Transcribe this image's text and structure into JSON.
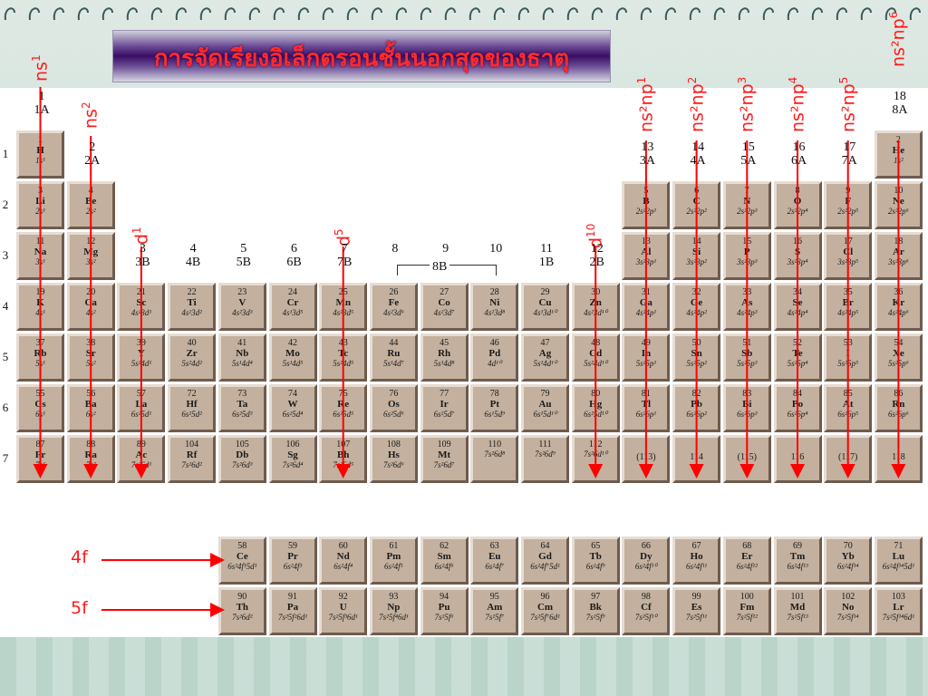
{
  "title": "การจัดเรียงอิเล็กตรอนชั้นนอกสุดของธาตุ",
  "colors": {
    "title_text": "#ff2b2b",
    "arrow": "#ff0000",
    "tile": "#c3b09e"
  },
  "periods": [
    "1",
    "2",
    "3",
    "4",
    "5",
    "6",
    "7"
  ],
  "group_labels": [
    {
      "num": "1",
      "roman": "1A",
      "col": 1,
      "row": 0
    },
    {
      "num": "2",
      "roman": "2A",
      "col": 2,
      "row": 1
    },
    {
      "num": "3",
      "roman": "3B",
      "col": 3,
      "row": 2
    },
    {
      "num": "4",
      "roman": "4B",
      "col": 4,
      "row": 2
    },
    {
      "num": "5",
      "roman": "5B",
      "col": 5,
      "row": 2
    },
    {
      "num": "6",
      "roman": "6B",
      "col": 6,
      "row": 2
    },
    {
      "num": "7",
      "roman": "7B",
      "col": 7,
      "row": 2
    },
    {
      "num": "8",
      "roman": "",
      "col": 8,
      "row": 2
    },
    {
      "num": "9",
      "roman": "",
      "col": 9,
      "row": 2
    },
    {
      "num": "10",
      "roman": "",
      "col": 10,
      "row": 2
    },
    {
      "num": "11",
      "roman": "1B",
      "col": 11,
      "row": 2
    },
    {
      "num": "12",
      "roman": "2B",
      "col": 12,
      "row": 2
    },
    {
      "num": "13",
      "roman": "3A",
      "col": 13,
      "row": 1
    },
    {
      "num": "14",
      "roman": "4A",
      "col": 14,
      "row": 1
    },
    {
      "num": "15",
      "roman": "5A",
      "col": 15,
      "row": 1
    },
    {
      "num": "16",
      "roman": "6A",
      "col": 16,
      "row": 1
    },
    {
      "num": "17",
      "roman": "7A",
      "col": 17,
      "row": 1
    },
    {
      "num": "18",
      "roman": "8A",
      "col": 18,
      "row": 0
    }
  ],
  "group_8b_label": "8B",
  "elements": [
    {
      "n": "1",
      "s": "H",
      "c": "1s¹",
      "g": 1,
      "p": 1
    },
    {
      "n": "2",
      "s": "He",
      "c": "1s²",
      "g": 18,
      "p": 1
    },
    {
      "n": "3",
      "s": "Li",
      "c": "2s¹",
      "g": 1,
      "p": 2
    },
    {
      "n": "4",
      "s": "Be",
      "c": "2s²",
      "g": 2,
      "p": 2
    },
    {
      "n": "5",
      "s": "B",
      "c": "2s²2p¹",
      "g": 13,
      "p": 2
    },
    {
      "n": "6",
      "s": "C",
      "c": "2s²2p²",
      "g": 14,
      "p": 2
    },
    {
      "n": "7",
      "s": "N",
      "c": "2s²2p³",
      "g": 15,
      "p": 2
    },
    {
      "n": "8",
      "s": "O",
      "c": "2s²2p⁴",
      "g": 16,
      "p": 2
    },
    {
      "n": "9",
      "s": "F",
      "c": "2s²2p⁵",
      "g": 17,
      "p": 2
    },
    {
      "n": "10",
      "s": "Ne",
      "c": "2s²2p⁶",
      "g": 18,
      "p": 2
    },
    {
      "n": "11",
      "s": "Na",
      "c": "3s¹",
      "g": 1,
      "p": 3
    },
    {
      "n": "12",
      "s": "Mg",
      "c": "3s²",
      "g": 2,
      "p": 3
    },
    {
      "n": "13",
      "s": "Al",
      "c": "3s²3p¹",
      "g": 13,
      "p": 3
    },
    {
      "n": "14",
      "s": "Si",
      "c": "3s²3p²",
      "g": 14,
      "p": 3
    },
    {
      "n": "15",
      "s": "P",
      "c": "3s²3p³",
      "g": 15,
      "p": 3
    },
    {
      "n": "16",
      "s": "S",
      "c": "3s²3p⁴",
      "g": 16,
      "p": 3
    },
    {
      "n": "17",
      "s": "Cl",
      "c": "3s²3p⁵",
      "g": 17,
      "p": 3
    },
    {
      "n": "18",
      "s": "Ar",
      "c": "3s²3p⁶",
      "g": 18,
      "p": 3
    },
    {
      "n": "19",
      "s": "K",
      "c": "4s¹",
      "g": 1,
      "p": 4
    },
    {
      "n": "20",
      "s": "Ca",
      "c": "4s²",
      "g": 2,
      "p": 4
    },
    {
      "n": "21",
      "s": "Sc",
      "c": "4s²3d¹",
      "g": 3,
      "p": 4
    },
    {
      "n": "22",
      "s": "Ti",
      "c": "4s²3d²",
      "g": 4,
      "p": 4
    },
    {
      "n": "23",
      "s": "V",
      "c": "4s²3d³",
      "g": 5,
      "p": 4
    },
    {
      "n": "24",
      "s": "Cr",
      "c": "4s¹3d⁵",
      "g": 6,
      "p": 4
    },
    {
      "n": "25",
      "s": "Mn",
      "c": "4s²3d⁵",
      "g": 7,
      "p": 4
    },
    {
      "n": "26",
      "s": "Fe",
      "c": "4s²3d⁶",
      "g": 8,
      "p": 4
    },
    {
      "n": "27",
      "s": "Co",
      "c": "4s²3d⁷",
      "g": 9,
      "p": 4
    },
    {
      "n": "28",
      "s": "Ni",
      "c": "4s²3d⁸",
      "g": 10,
      "p": 4
    },
    {
      "n": "29",
      "s": "Cu",
      "c": "4s¹3d¹⁰",
      "g": 11,
      "p": 4
    },
    {
      "n": "30",
      "s": "Zn",
      "c": "4s²3d¹⁰",
      "g": 12,
      "p": 4
    },
    {
      "n": "31",
      "s": "Ga",
      "c": "4s²4p¹",
      "g": 13,
      "p": 4
    },
    {
      "n": "32",
      "s": "Ge",
      "c": "4s²4p²",
      "g": 14,
      "p": 4
    },
    {
      "n": "33",
      "s": "As",
      "c": "4s²4p³",
      "g": 15,
      "p": 4
    },
    {
      "n": "34",
      "s": "Se",
      "c": "4s²4p⁴",
      "g": 16,
      "p": 4
    },
    {
      "n": "35",
      "s": "Br",
      "c": "4s²4p⁵",
      "g": 17,
      "p": 4
    },
    {
      "n": "36",
      "s": "Kr",
      "c": "4s²4p⁶",
      "g": 18,
      "p": 4
    },
    {
      "n": "37",
      "s": "Rb",
      "c": "5s¹",
      "g": 1,
      "p": 5
    },
    {
      "n": "38",
      "s": "Sr",
      "c": "5s²",
      "g": 2,
      "p": 5
    },
    {
      "n": "39",
      "s": "Y",
      "c": "5s²4d¹",
      "g": 3,
      "p": 5
    },
    {
      "n": "40",
      "s": "Zr",
      "c": "5s²4d²",
      "g": 4,
      "p": 5
    },
    {
      "n": "41",
      "s": "Nb",
      "c": "5s¹4d⁴",
      "g": 5,
      "p": 5
    },
    {
      "n": "42",
      "s": "Mo",
      "c": "5s¹4d⁵",
      "g": 6,
      "p": 5
    },
    {
      "n": "43",
      "s": "Tc",
      "c": "5s²4d⁵",
      "g": 7,
      "p": 5
    },
    {
      "n": "44",
      "s": "Ru",
      "c": "5s¹4d⁷",
      "g": 8,
      "p": 5
    },
    {
      "n": "45",
      "s": "Rh",
      "c": "5s¹4d⁸",
      "g": 9,
      "p": 5
    },
    {
      "n": "46",
      "s": "Pd",
      "c": "4d¹⁰",
      "g": 10,
      "p": 5
    },
    {
      "n": "47",
      "s": "Ag",
      "c": "5s¹4d¹⁰",
      "g": 11,
      "p": 5
    },
    {
      "n": "48",
      "s": "Cd",
      "c": "5s²4d¹⁰",
      "g": 12,
      "p": 5
    },
    {
      "n": "49",
      "s": "In",
      "c": "5s²5p¹",
      "g": 13,
      "p": 5
    },
    {
      "n": "50",
      "s": "Sn",
      "c": "5s²5p²",
      "g": 14,
      "p": 5
    },
    {
      "n": "51",
      "s": "Sb",
      "c": "5s²5p³",
      "g": 15,
      "p": 5
    },
    {
      "n": "52",
      "s": "Te",
      "c": "5s²5p⁴",
      "g": 16,
      "p": 5
    },
    {
      "n": "53",
      "s": "I",
      "c": "5s²5p⁵",
      "g": 17,
      "p": 5
    },
    {
      "n": "54",
      "s": "Xe",
      "c": "5s²5p⁶",
      "g": 18,
      "p": 5
    },
    {
      "n": "55",
      "s": "Cs",
      "c": "6s¹",
      "g": 1,
      "p": 6
    },
    {
      "n": "56",
      "s": "Ba",
      "c": "6s²",
      "g": 2,
      "p": 6
    },
    {
      "n": "57",
      "s": "La",
      "c": "6s²5d¹",
      "g": 3,
      "p": 6
    },
    {
      "n": "72",
      "s": "Hf",
      "c": "6s²5d²",
      "g": 4,
      "p": 6
    },
    {
      "n": "73",
      "s": "Ta",
      "c": "6s²5d³",
      "g": 5,
      "p": 6
    },
    {
      "n": "74",
      "s": "W",
      "c": "6s²5d⁴",
      "g": 6,
      "p": 6
    },
    {
      "n": "75",
      "s": "Re",
      "c": "6s²5d⁵",
      "g": 7,
      "p": 6
    },
    {
      "n": "76",
      "s": "Os",
      "c": "6s²5d⁶",
      "g": 8,
      "p": 6
    },
    {
      "n": "77",
      "s": "Ir",
      "c": "6s²5d⁷",
      "g": 9,
      "p": 6
    },
    {
      "n": "78",
      "s": "Pt",
      "c": "6s¹5d⁹",
      "g": 10,
      "p": 6
    },
    {
      "n": "79",
      "s": "Au",
      "c": "6s¹5d¹⁰",
      "g": 11,
      "p": 6
    },
    {
      "n": "80",
      "s": "Hg",
      "c": "6s²5d¹⁰",
      "g": 12,
      "p": 6
    },
    {
      "n": "81",
      "s": "Tl",
      "c": "6s²6p¹",
      "g": 13,
      "p": 6
    },
    {
      "n": "82",
      "s": "Pb",
      "c": "6s²6p²",
      "g": 14,
      "p": 6
    },
    {
      "n": "83",
      "s": "Bi",
      "c": "6s²6p³",
      "g": 15,
      "p": 6
    },
    {
      "n": "84",
      "s": "Po",
      "c": "6s²6p⁴",
      "g": 16,
      "p": 6
    },
    {
      "n": "85",
      "s": "At",
      "c": "6s²6p⁵",
      "g": 17,
      "p": 6
    },
    {
      "n": "86",
      "s": "Rn",
      "c": "6s²6p⁶",
      "g": 18,
      "p": 6
    },
    {
      "n": "87",
      "s": "Fr",
      "c": "7s¹",
      "g": 1,
      "p": 7
    },
    {
      "n": "88",
      "s": "Ra",
      "c": "7s²",
      "g": 2,
      "p": 7
    },
    {
      "n": "89",
      "s": "Ac",
      "c": "7s²6d¹",
      "g": 3,
      "p": 7
    },
    {
      "n": "104",
      "s": "Rf",
      "c": "7s²6d²",
      "g": 4,
      "p": 7
    },
    {
      "n": "105",
      "s": "Db",
      "c": "7s²6d³",
      "g": 5,
      "p": 7
    },
    {
      "n": "106",
      "s": "Sg",
      "c": "7s²6d⁴",
      "g": 6,
      "p": 7
    },
    {
      "n": "107",
      "s": "Bh",
      "c": "7s²6d⁵",
      "g": 7,
      "p": 7
    },
    {
      "n": "108",
      "s": "Hs",
      "c": "7s²6d⁶",
      "g": 8,
      "p": 7
    },
    {
      "n": "109",
      "s": "Mt",
      "c": "7s²6d⁷",
      "g": 9,
      "p": 7
    },
    {
      "n": "110",
      "s": "",
      "c": "7s²6d⁸",
      "g": 10,
      "p": 7
    },
    {
      "n": "111",
      "s": "",
      "c": "7s²6d⁹",
      "g": 11,
      "p": 7
    },
    {
      "n": "112",
      "s": "",
      "c": "7s²6d¹⁰",
      "g": 12,
      "p": 7
    },
    {
      "n": "(113)",
      "s": "",
      "c": "",
      "g": 13,
      "p": 7
    },
    {
      "n": "114",
      "s": "",
      "c": "",
      "g": 14,
      "p": 7
    },
    {
      "n": "(115)",
      "s": "",
      "c": "",
      "g": 15,
      "p": 7
    },
    {
      "n": "116",
      "s": "",
      "c": "",
      "g": 16,
      "p": 7
    },
    {
      "n": "(117)",
      "s": "",
      "c": "",
      "g": 17,
      "p": 7
    },
    {
      "n": "118",
      "s": "",
      "c": "",
      "g": 18,
      "p": 7
    }
  ],
  "f_rows": [
    {
      "label": "4f",
      "elements": [
        {
          "n": "58",
          "s": "Ce",
          "c": "6s²4f¹5d¹"
        },
        {
          "n": "59",
          "s": "Pr",
          "c": "6s²4f³"
        },
        {
          "n": "60",
          "s": "Nd",
          "c": "6s²4f⁴"
        },
        {
          "n": "61",
          "s": "Pm",
          "c": "6s²4f⁵"
        },
        {
          "n": "62",
          "s": "Sm",
          "c": "6s²4f⁶"
        },
        {
          "n": "63",
          "s": "Eu",
          "c": "6s²4f⁷"
        },
        {
          "n": "64",
          "s": "Gd",
          "c": "6s²4f⁷5d¹"
        },
        {
          "n": "65",
          "s": "Tb",
          "c": "6s²4f⁹"
        },
        {
          "n": "66",
          "s": "Dy",
          "c": "6s²4f¹⁰"
        },
        {
          "n": "67",
          "s": "Ho",
          "c": "6s²4f¹¹"
        },
        {
          "n": "68",
          "s": "Er",
          "c": "6s²4f¹²"
        },
        {
          "n": "69",
          "s": "Tm",
          "c": "6s²4f¹³"
        },
        {
          "n": "70",
          "s": "Yb",
          "c": "6s²4f¹⁴"
        },
        {
          "n": "71",
          "s": "Lu",
          "c": "6s²4f¹⁴5d¹"
        }
      ]
    },
    {
      "label": "5f",
      "elements": [
        {
          "n": "90",
          "s": "Th",
          "c": "7s²6d²"
        },
        {
          "n": "91",
          "s": "Pa",
          "c": "7s²5f²6d¹"
        },
        {
          "n": "92",
          "s": "U",
          "c": "7s²5f³6d¹"
        },
        {
          "n": "93",
          "s": "Np",
          "c": "7s²5f⁴6d¹"
        },
        {
          "n": "94",
          "s": "Pu",
          "c": "7s²5f⁶"
        },
        {
          "n": "95",
          "s": "Am",
          "c": "7s²5f⁷"
        },
        {
          "n": "96",
          "s": "Cm",
          "c": "7s²5f⁷6d¹"
        },
        {
          "n": "97",
          "s": "Bk",
          "c": "7s²5f⁹"
        },
        {
          "n": "98",
          "s": "Cf",
          "c": "7s²5f¹⁰"
        },
        {
          "n": "99",
          "s": "Es",
          "c": "7s²5f¹¹"
        },
        {
          "n": "100",
          "s": "Fm",
          "c": "7s²5f¹²"
        },
        {
          "n": "101",
          "s": "Md",
          "c": "7s²5f¹³"
        },
        {
          "n": "102",
          "s": "No",
          "c": "7s²5f¹⁴"
        },
        {
          "n": "103",
          "s": "Lr",
          "c": "7s²5f¹⁴6d¹"
        }
      ]
    }
  ],
  "annotations": [
    {
      "base": "ns",
      "sup": "1",
      "group": 1
    },
    {
      "base": "ns",
      "sup": "2",
      "group": 2
    },
    {
      "base": "d",
      "sup": "1",
      "group": 3
    },
    {
      "base": "d",
      "sup": "5",
      "group": 7
    },
    {
      "base": "d",
      "sup": "10",
      "group": 12
    },
    {
      "base": "ns²np",
      "sup": "1",
      "group": 13
    },
    {
      "base": "ns²np",
      "sup": "2",
      "group": 14
    },
    {
      "base": "ns²np",
      "sup": "3",
      "group": 15
    },
    {
      "base": "ns²np",
      "sup": "4",
      "group": 16
    },
    {
      "base": "ns²np",
      "sup": "5",
      "group": 17
    },
    {
      "base": "ns²np",
      "sup": "6",
      "group": 18
    }
  ]
}
